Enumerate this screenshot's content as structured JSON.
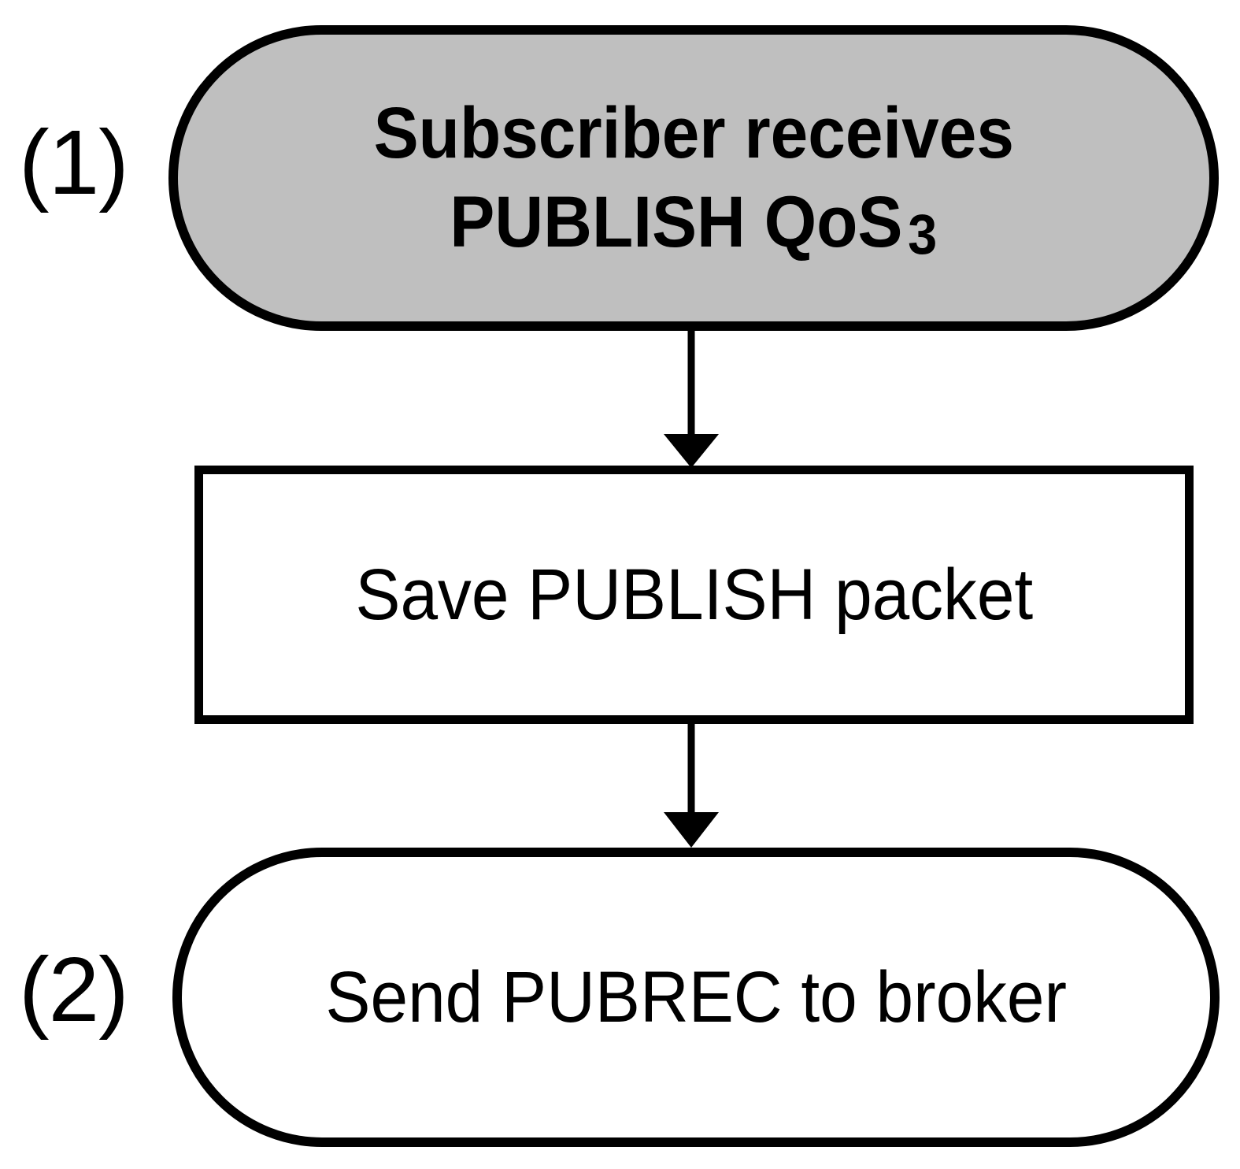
{
  "diagram": {
    "title_visible": false,
    "background_color": "#ffffff",
    "stroke_color": "#000000",
    "highlight_fill": "#bfbfbf",
    "plain_fill": "#ffffff",
    "steps": [
      {
        "id": "step-1",
        "label": "(1)"
      },
      {
        "id": "step-2",
        "label": "(2)"
      }
    ],
    "nodes": [
      {
        "id": "node-receive",
        "shape": "stadium",
        "fill": "#bfbfbf",
        "step": "(1)",
        "text_lines": [
          "Subscriber receives",
          "PUBLISH QoS"
        ],
        "trailing_number": "3",
        "bold": true
      },
      {
        "id": "node-save",
        "shape": "rectangle",
        "fill": "#ffffff",
        "step": "",
        "text_lines": [
          "Save PUBLISH packet"
        ],
        "bold": false
      },
      {
        "id": "node-send",
        "shape": "stadium",
        "fill": "#ffffff",
        "step": "(2)",
        "text_lines": [
          "Send PUBREC to broker"
        ],
        "bold": false
      }
    ],
    "connectors": [
      {
        "id": "arrow-receive-to-save",
        "from": "node-receive",
        "to": "node-save",
        "direction": "down",
        "style": "solid",
        "arrowhead": "filled-triangle"
      },
      {
        "id": "arrow-save-to-send",
        "from": "node-save",
        "to": "node-send",
        "direction": "down",
        "style": "solid",
        "arrowhead": "filled-triangle"
      }
    ]
  }
}
